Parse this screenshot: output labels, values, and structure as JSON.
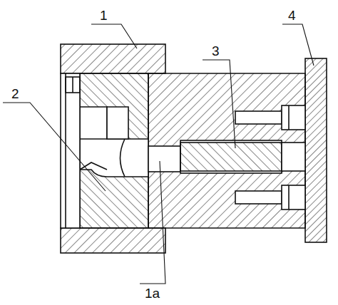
{
  "diagram": {
    "labels": [
      "1",
      "4",
      "3",
      "2",
      "1a"
    ]
  }
}
